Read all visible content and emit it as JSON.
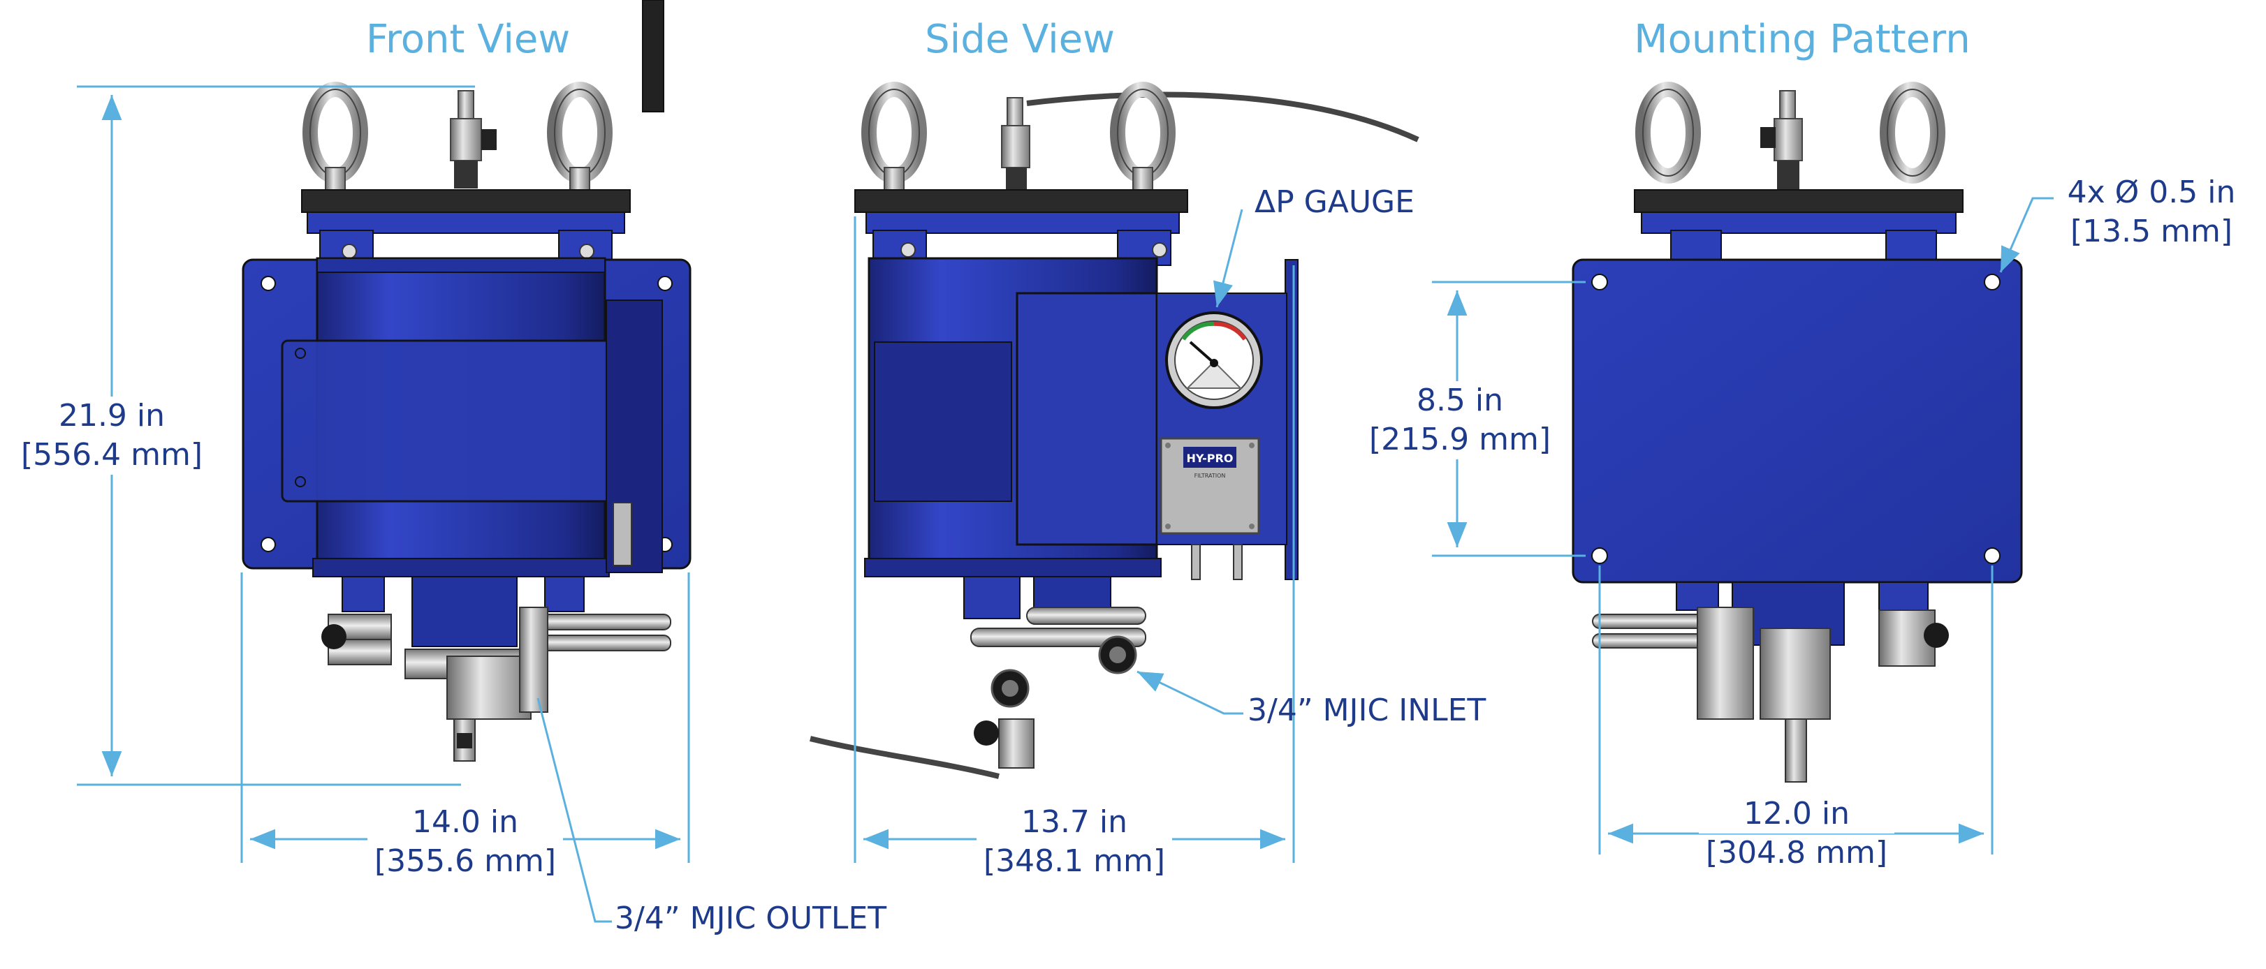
{
  "views": {
    "front": "Front View",
    "side": "Side View",
    "mounting": "Mounting Pattern"
  },
  "dimensions": {
    "height": {
      "in": "21.9 in",
      "mm": "[556.4 mm]"
    },
    "front_width": {
      "in": "14.0 in",
      "mm": "[355.6 mm]"
    },
    "side_width": {
      "in": "13.7 in",
      "mm": "[348.1 mm]"
    },
    "mount_height": {
      "in": "8.5 in",
      "mm": "[215.9 mm]"
    },
    "mount_width": {
      "in": "12.0 in",
      "mm": "[304.8 mm]"
    },
    "holes": {
      "in": "4x Ø 0.5 in",
      "mm": "[13.5 mm]"
    }
  },
  "callouts": {
    "gauge": "ΔP GAUGE",
    "inlet": "3/4” MJIC INLET",
    "outlet": "3/4” MJIC OUTLET"
  },
  "plate": {
    "brand": "HY-PRO",
    "sub": "FILTRATION"
  },
  "colors": {
    "body_blue": "#2a3cb0",
    "dark_blue": "#1b2580",
    "dimension_line": "#5ab0de",
    "label_text": "#1e3a8a",
    "title_text": "#5ab0de"
  }
}
